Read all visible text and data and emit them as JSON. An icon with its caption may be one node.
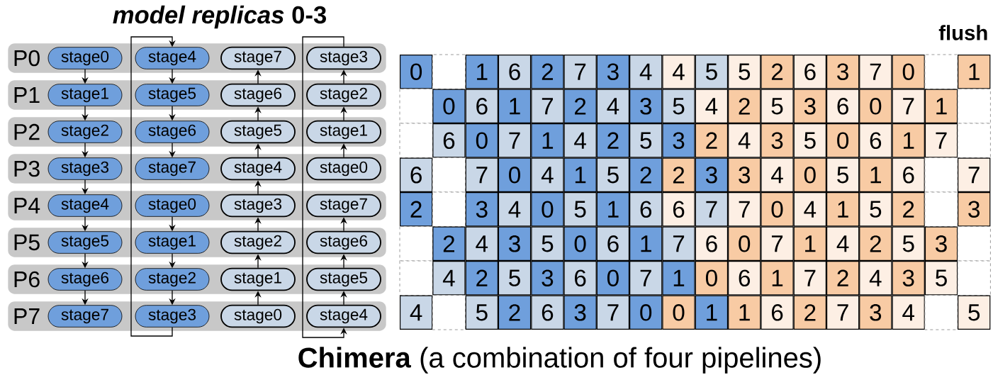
{
  "diagram": {
    "title": "*model replicas* 0-3",
    "caption": "**Chimera** (a combination of four pipelines)",
    "nodes": [
      {
        "text": [
          "P0"
        ]
      },
      {
        "text": [
          "stage0"
        ],
        "in": 0
      },
      {
        "text": [
          "stage4"
        ],
        "in": 0
      },
      {
        "text": [
          "stage7"
        ],
        "in": 0
      },
      {
        "text": [
          "stage3"
        ],
        "in": 0
      },
      {
        "text": [
          "P1"
        ]
      },
      {
        "text": [
          "stage1"
        ],
        "in": 5
      },
      {
        "text": [
          "stage5"
        ],
        "in": 5
      },
      {
        "text": [
          "stage6"
        ],
        "in": 5
      },
      {
        "text": [
          "stage2"
        ],
        "in": 5
      },
      {
        "text": [
          "P2"
        ]
      },
      {
        "text": [
          "stage2"
        ],
        "in": 10
      },
      {
        "text": [
          "stage6"
        ],
        "in": 10
      },
      {
        "text": [
          "stage5"
        ],
        "in": 10
      },
      {
        "text": [
          "stage1"
        ],
        "in": 10
      },
      {
        "text": [
          "P3"
        ]
      },
      {
        "text": [
          "stage3"
        ],
        "in": 15
      },
      {
        "text": [
          "stage7"
        ],
        "in": 15
      },
      {
        "text": [
          "stage4"
        ],
        "in": 15
      },
      {
        "text": [
          "stage0"
        ],
        "in": 15
      },
      {
        "text": [
          "P4"
        ]
      },
      {
        "text": [
          "stage4"
        ],
        "in": 20
      },
      {
        "text": [
          "stage0"
        ],
        "in": 20
      },
      {
        "text": [
          "stage3"
        ],
        "in": 20
      },
      {
        "text": [
          "stage7"
        ],
        "in": 20
      },
      {
        "text": [
          "P5"
        ]
      },
      {
        "text": [
          "stage5"
        ],
        "in": 25
      },
      {
        "text": [
          "stage1"
        ],
        "in": 25
      },
      {
        "text": [
          "stage2"
        ],
        "in": 25
      },
      {
        "text": [
          "stage6"
        ],
        "in": 25
      },
      {
        "text": [
          "P6"
        ]
      },
      {
        "text": [
          "stage6"
        ],
        "in": 30
      },
      {
        "text": [
          "stage2"
        ],
        "in": 30
      },
      {
        "text": [
          "stage1"
        ],
        "in": 30
      },
      {
        "text": [
          "stage5"
        ],
        "in": 30
      },
      {
        "text": [
          "P7"
        ]
      },
      {
        "text": [
          "stage7"
        ],
        "in": 35
      },
      {
        "text": [
          "stage3"
        ],
        "in": 35
      },
      {
        "text": [
          "stage0"
        ],
        "in": 35
      },
      {
        "text": [
          "stage4"
        ],
        "in": 35
      }
    ],
    "edges": [
      {
        "from": 1,
        "to": 6,
        "arrow": "to"
      },
      {
        "from": 6,
        "to": 11,
        "arrow": "to"
      },
      {
        "from": 11,
        "to": 16,
        "arrow": "to"
      },
      {
        "from": 16,
        "to": 21,
        "arrow": "to"
      },
      {
        "from": 21,
        "to": 26,
        "arrow": "to"
      },
      {
        "from": 26,
        "to": 31,
        "arrow": "to"
      },
      {
        "from": 31,
        "to": 36,
        "arrow": "to"
      },
      {
        "from": 2,
        "to": 7,
        "arrow": "to"
      },
      {
        "from": 7,
        "to": 12,
        "arrow": "to"
      },
      {
        "from": 12,
        "to": 17,
        "arrow": "to"
      },
      {
        "from": 37,
        "to": 2,
        "arrow": "to"
      },
      {
        "from": 22,
        "to": 27,
        "arrow": "to"
      },
      {
        "from": 27,
        "to": 32,
        "arrow": "to"
      },
      {
        "from": 32,
        "to": 37,
        "arrow": "to"
      },
      {
        "from": 8,
        "to": 3,
        "arrow": "to"
      },
      {
        "from": 13,
        "to": 8,
        "arrow": "to"
      },
      {
        "from": 18,
        "to": 13,
        "arrow": "to"
      },
      {
        "from": 23,
        "to": 18,
        "arrow": "to"
      },
      {
        "from": 28,
        "to": 23,
        "arrow": "to"
      },
      {
        "from": 33,
        "to": 28,
        "arrow": "to"
      },
      {
        "from": 38,
        "to": 33,
        "arrow": "to"
      },
      {
        "from": 9,
        "to": 4,
        "arrow": "to"
      },
      {
        "from": 14,
        "to": 9,
        "arrow": "to"
      },
      {
        "from": 19,
        "to": 14,
        "arrow": "to"
      },
      {
        "from": 4,
        "to": 39,
        "arrow": "to"
      },
      {
        "from": 29,
        "to": 24,
        "arrow": "to"
      },
      {
        "from": 34,
        "to": 29,
        "arrow": "to"
      },
      {
        "from": 39,
        "to": 34,
        "arrow": "to"
      }
    ],
    "labels": [
      "flush",
      "0",
      "1",
      "6",
      "2",
      "7",
      "3",
      "4",
      "4",
      "5",
      "5",
      "2",
      "6",
      "3",
      "7",
      "0",
      "1",
      "0",
      "6",
      "1",
      "7",
      "2",
      "4",
      "3",
      "5",
      "4",
      "2",
      "5",
      "3",
      "6",
      "0",
      "7",
      "1",
      "6",
      "0",
      "7",
      "1",
      "4",
      "2",
      "5",
      "3",
      "2",
      "4",
      "3",
      "5",
      "0",
      "6",
      "1",
      "7",
      "6",
      "7",
      "0",
      "4",
      "1",
      "5",
      "2",
      "2",
      "3",
      "3",
      "4",
      "0",
      "5",
      "1",
      "6",
      "7",
      "2",
      "3",
      "4",
      "0",
      "5",
      "1",
      "6",
      "6",
      "7",
      "7",
      "0",
      "4",
      "1",
      "5",
      "2",
      "3",
      "2",
      "4",
      "3",
      "5",
      "0",
      "6",
      "1",
      "7",
      "6",
      "0",
      "7",
      "1",
      "4",
      "2",
      "5",
      "3",
      "4",
      "2",
      "5",
      "3",
      "6",
      "0",
      "7",
      "1",
      "0",
      "6",
      "1",
      "7",
      "2",
      "4",
      "3",
      "5",
      "4",
      "5",
      "2",
      "6",
      "3",
      "7",
      "0",
      "0",
      "1",
      "1",
      "6",
      "2",
      "7",
      "3",
      "4",
      "5"
    ]
  }
}
